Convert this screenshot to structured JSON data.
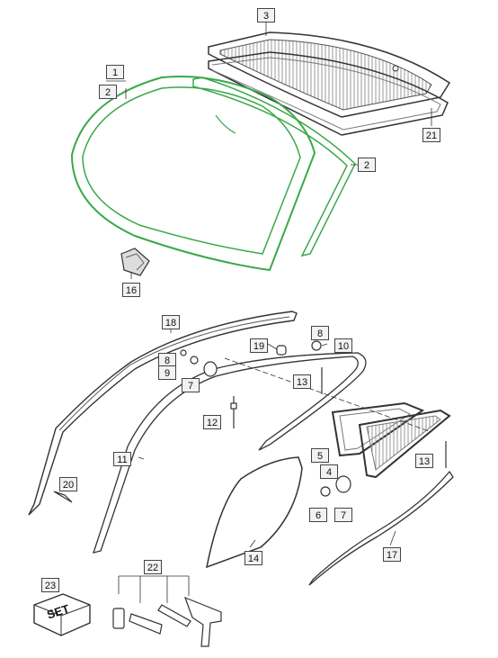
{
  "callouts": {
    "c1": "1",
    "c2a": "2",
    "c2b": "2",
    "c3": "3",
    "c4": "4",
    "c5": "5",
    "c6": "6",
    "c7a": "7",
    "c7b": "7",
    "c8a": "8",
    "c8b": "8",
    "c9": "9",
    "c10": "10",
    "c11": "11",
    "c12": "12",
    "c13a": "13",
    "c13b": "13",
    "c14": "14",
    "c16": "16",
    "c17": "17",
    "c18": "18",
    "c19": "19",
    "c20": "20",
    "c21": "21",
    "c22": "22",
    "c23": "23"
  },
  "set_box_text": "SET",
  "colors": {
    "highlight": "#3aa84a",
    "line": "#333333",
    "callout_bg": "#f2f2f2"
  }
}
